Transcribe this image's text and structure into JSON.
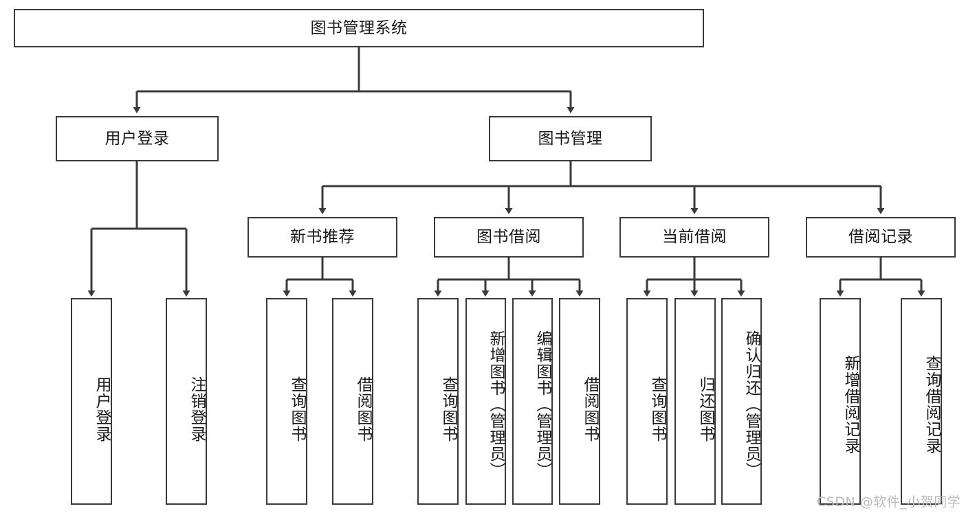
{
  "diagram": {
    "title": "图书管理系统",
    "type": "tree-hierarchy-chart",
    "watermark": "CSDN @软件_小贺同学",
    "colors": {
      "box_border": "#3a3a3a",
      "box_fill": "#ffffff",
      "edge": "#3a3a3a",
      "text": "#1a1a1a",
      "watermark": "#b9b9b9"
    },
    "root": {
      "label": "图书管理系统"
    },
    "level2": [
      {
        "label": "用户登录"
      },
      {
        "label": "图书管理"
      }
    ],
    "level3": [
      {
        "label": "新书推荐"
      },
      {
        "label": "图书借阅"
      },
      {
        "label": "当前借阅"
      },
      {
        "label": "借阅记录"
      }
    ],
    "leaves": {
      "user_login": [
        {
          "label": "用户登录"
        },
        {
          "label": "注销登录"
        }
      ],
      "new_book_recommend": [
        {
          "label": "查询图书"
        },
        {
          "label": "借阅图书"
        }
      ],
      "book_borrow": [
        {
          "label": "查询图书"
        },
        {
          "label": "新增图书（管理员）"
        },
        {
          "label": "编辑图书（管理员）"
        },
        {
          "label": "借阅图书"
        }
      ],
      "current_borrow": [
        {
          "label": "查询图书"
        },
        {
          "label": "归还图书"
        },
        {
          "label": "确认归还（管理员）"
        }
      ],
      "borrow_record": [
        {
          "label": "新增借阅记录"
        },
        {
          "label": "查询借阅记录"
        }
      ]
    }
  }
}
